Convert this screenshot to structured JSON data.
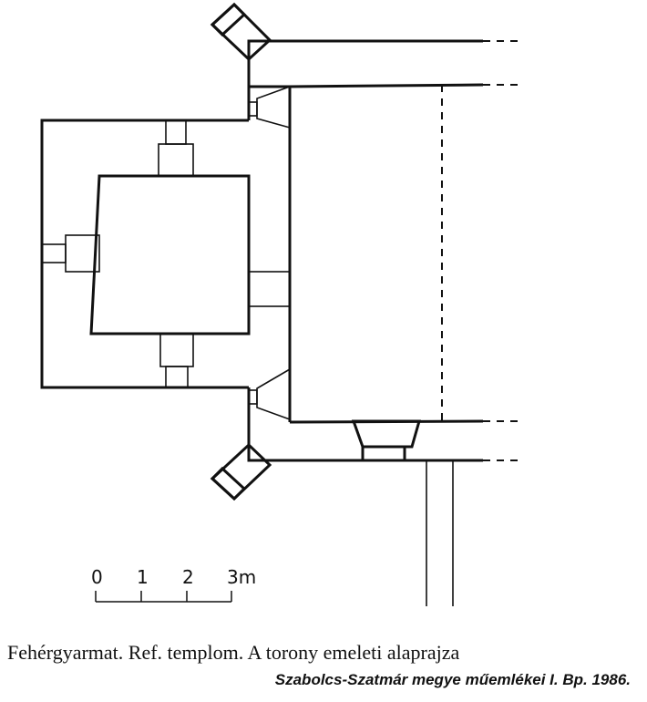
{
  "scale_bar": {
    "ticks": [
      "0",
      "1",
      "2",
      "3m"
    ]
  },
  "caption": "Fehérgyarmat. Ref. templom. A torony emeleti alaprajza",
  "source": "Szabolcs-Szatmár megye műemlékei I. Bp. 1986."
}
